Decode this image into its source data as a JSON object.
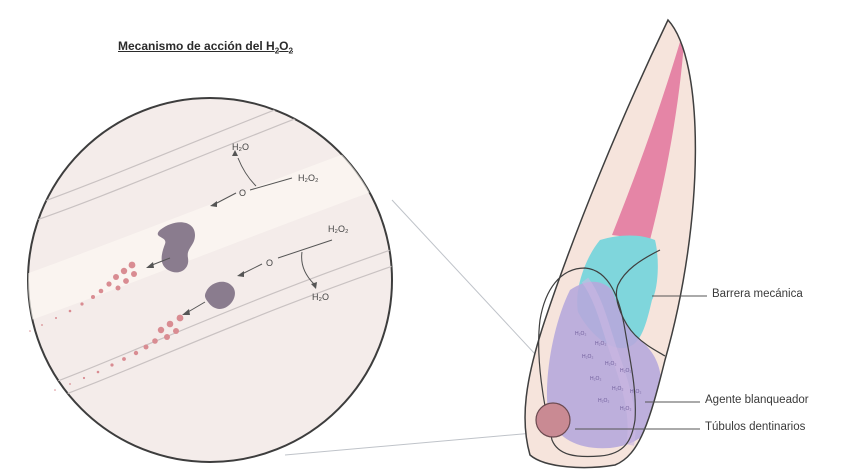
{
  "title": {
    "main": "Mecanismo de acción del H",
    "sub1": "2",
    "mid": "O",
    "sub2": "2"
  },
  "reaction_labels": {
    "water_top": "H₂O",
    "peroxide_top": "H₂O₂",
    "oxygen_top": "O",
    "peroxide_bottom": "H₂O₂",
    "oxygen_bottom": "O",
    "water_bottom": "H₂O"
  },
  "callouts": {
    "barrier": "Barrera mecánica",
    "agent": "Agente blanqueador",
    "tubules": "Túbulos dentinarios"
  },
  "colors": {
    "pulp": "#e2789e",
    "barrier": "#7fd6dc",
    "agent": "#b7a9dc",
    "dentin": "#f6e4dc",
    "circle_bg": "#f4ecea",
    "pigment": "#8a7c8e",
    "dots": "#d98c92"
  }
}
